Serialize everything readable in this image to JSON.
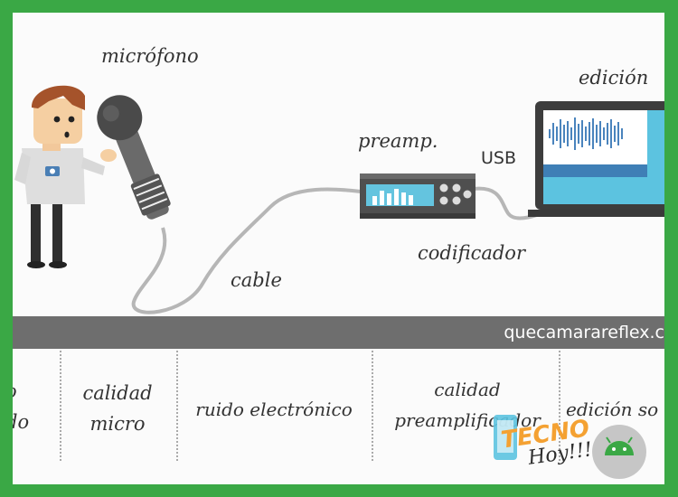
{
  "labels": {
    "microphone": "micrófono",
    "edition": "edición",
    "preamp": "preamp.",
    "usb": "USB",
    "encoder": "codificador",
    "cable": "cable"
  },
  "band": {
    "site": "quecamarareflex.c"
  },
  "table": [
    {
      "lines": [
        "o",
        "do"
      ]
    },
    {
      "lines": [
        "calidad",
        "micro"
      ]
    },
    {
      "lines": [
        "ruido electrónico"
      ]
    },
    {
      "lines": [
        "calidad",
        "preamplificador"
      ]
    },
    {
      "lines": [
        "edición so"
      ]
    }
  ],
  "watermark": {
    "line1": "TECNO",
    "line2": "Hoy!!!"
  },
  "colors": {
    "frame": "#3aa845",
    "band": "#6e6e6e",
    "screen": "#5cc3e0",
    "accent": "#c9ff00",
    "orange": "#f4a132"
  }
}
